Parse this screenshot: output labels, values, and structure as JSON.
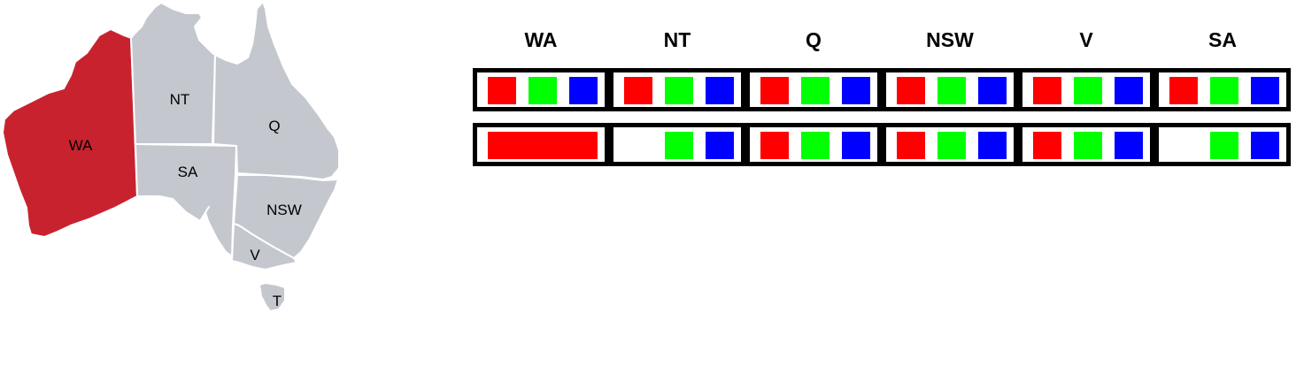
{
  "colors": {
    "assigned": "#C9222F",
    "unassigned": "#C4C7CE",
    "red": "#FF0000",
    "green": "#00FF00",
    "blue": "#0000FF"
  },
  "map": {
    "regions": [
      {
        "id": "WA",
        "label": "WA",
        "assigned": true
      },
      {
        "id": "NT",
        "label": "NT",
        "assigned": false
      },
      {
        "id": "Q",
        "label": "Q",
        "assigned": false
      },
      {
        "id": "SA",
        "label": "SA",
        "assigned": false
      },
      {
        "id": "NSW",
        "label": "NSW",
        "assigned": false
      },
      {
        "id": "V",
        "label": "V",
        "assigned": false
      },
      {
        "id": "T",
        "label": "T",
        "assigned": false
      }
    ]
  },
  "table": {
    "headers": [
      "WA",
      "NT",
      "Q",
      "NSW",
      "V",
      "SA"
    ],
    "rows": [
      [
        [
          "red",
          "green",
          "blue"
        ],
        [
          "red",
          "green",
          "blue"
        ],
        [
          "red",
          "green",
          "blue"
        ],
        [
          "red",
          "green",
          "blue"
        ],
        [
          "red",
          "green",
          "blue"
        ],
        [
          "red",
          "green",
          "blue"
        ]
      ],
      [
        [
          "red-assigned"
        ],
        [
          null,
          "green",
          "blue"
        ],
        [
          "red",
          "green",
          "blue"
        ],
        [
          "red",
          "green",
          "blue"
        ],
        [
          "red",
          "green",
          "blue"
        ],
        [
          null,
          "green",
          "blue"
        ]
      ]
    ]
  }
}
